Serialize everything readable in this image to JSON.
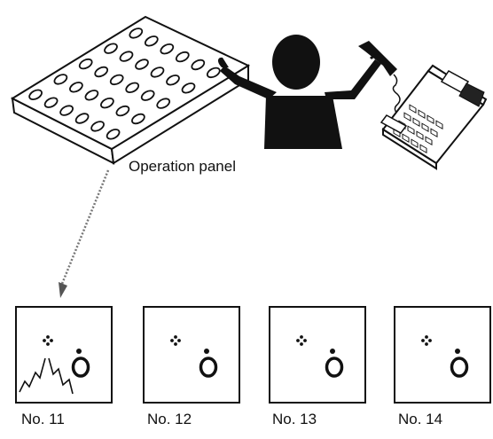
{
  "diagram": {
    "panel_label": "Operation panel",
    "devices": [
      {
        "label": "No. 11",
        "state": "alarm"
      },
      {
        "label": "No. 12",
        "state": "normal"
      },
      {
        "label": "No. 13",
        "state": "normal"
      },
      {
        "label": "No. 14",
        "state": "normal"
      }
    ]
  }
}
